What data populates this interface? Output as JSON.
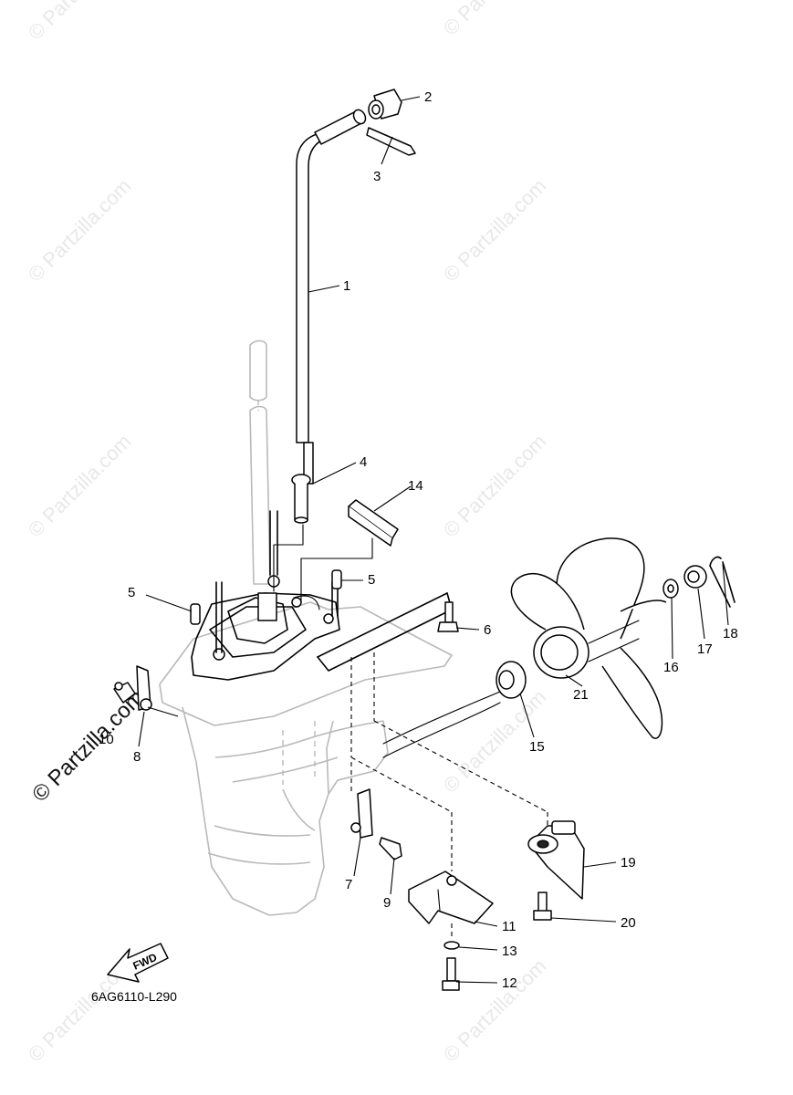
{
  "watermark": {
    "text": "© Partzilla.com",
    "repeat": "© Partzilla.com"
  },
  "diagram": {
    "code": "6AG6110-L290",
    "fwd_label": "FWD"
  },
  "callouts": [
    "1",
    "2",
    "3",
    "4",
    "5",
    "5",
    "6",
    "7",
    "8",
    "9",
    "10",
    "11",
    "12",
    "13",
    "14",
    "15",
    "16",
    "17",
    "18",
    "19",
    "20",
    "21"
  ]
}
